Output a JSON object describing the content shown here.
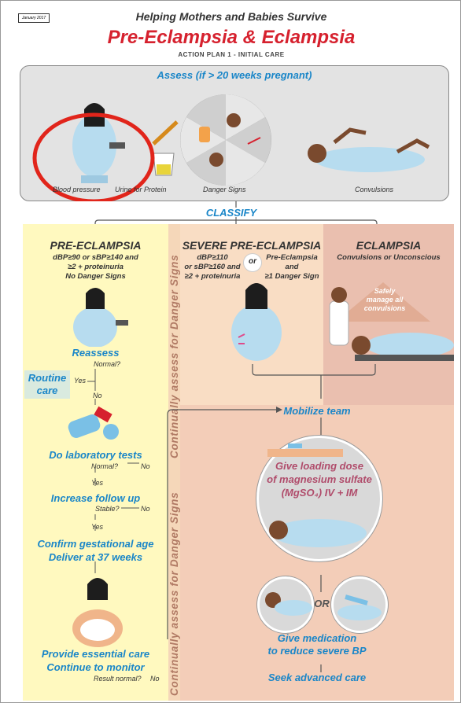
{
  "date_stamp": "January 2017",
  "header": {
    "program": "Helping Mothers and Babies Survive",
    "title": "Pre-Eclampsia & Eclampsia",
    "subtitle": "ACTION PLAN 1 - INITIAL CARE"
  },
  "assess": {
    "heading": "Assess (if > 20 weeks pregnant)",
    "items": [
      "Blood pressure",
      "Urine for Protein",
      "Danger Signs",
      "Convulsions"
    ]
  },
  "classify": "CLASSIFY",
  "pre": {
    "title": "PRE-ECLAMPSIA",
    "criteria": [
      "dBP≥90 or sBP≥140 and",
      "≥2 + proteinuria",
      "No Danger Signs"
    ],
    "reassess": "Reassess",
    "normal_q1": "Normal?",
    "yes": "Yes",
    "no": "No",
    "routine": [
      "Routine",
      "care"
    ],
    "lab": "Do laboratory tests",
    "normal_q2": "Normal?",
    "increase": "Increase follow up",
    "stable_q": "Stable?",
    "confirm": "Confirm gestational age",
    "deliver": "Deliver at 37 weeks",
    "provide": "Provide essential care",
    "continue": "Continue to monitor",
    "result_q": "Result normal?"
  },
  "side_label": "Continually assess for Danger Signs",
  "severe": {
    "title": "SEVERE PRE-ECLAMPSIA",
    "left": [
      "dBP≥110",
      "or sBP≥160 and",
      "≥2 + proteinuria"
    ],
    "or": "or",
    "right": [
      "Pre-Eclampsia",
      "and",
      "≥1 Danger Sign"
    ]
  },
  "eclampsia": {
    "title": "ECLAMPSIA",
    "criteria": "Convulsions or Unconscious",
    "warning": [
      "Safely",
      "manage all",
      "convulsions"
    ]
  },
  "flow": {
    "mobilize": "Mobilize team",
    "give_dose": [
      "Give loading dose",
      "of magnesium sulfate",
      "(MgSO₄) IV + IM"
    ],
    "or": "OR",
    "medication": [
      "Give medication",
      "to reduce severe BP"
    ],
    "seek": "Seek advanced care"
  },
  "colors": {
    "accent_blue": "#1a86c8",
    "title_red": "#d6212e",
    "dose_mauve": "#b04c6b"
  }
}
